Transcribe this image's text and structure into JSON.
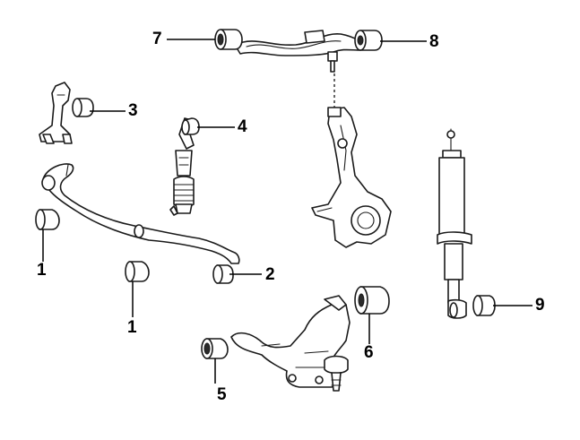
{
  "callouts": [
    {
      "id": "c1a",
      "label": "1"
    },
    {
      "id": "c1b",
      "label": "1"
    },
    {
      "id": "c2",
      "label": "2"
    },
    {
      "id": "c3",
      "label": "3"
    },
    {
      "id": "c4",
      "label": "4"
    },
    {
      "id": "c5",
      "label": "5"
    },
    {
      "id": "c6",
      "label": "6"
    },
    {
      "id": "c7",
      "label": "7"
    },
    {
      "id": "c8",
      "label": "8"
    },
    {
      "id": "c9",
      "label": "9"
    }
  ]
}
